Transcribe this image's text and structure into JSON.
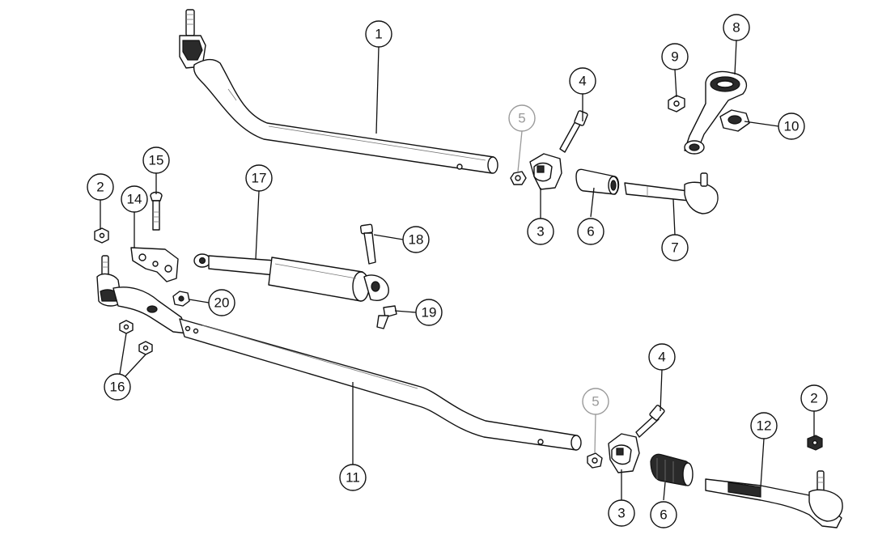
{
  "callouts": [
    {
      "id": "c1",
      "label": "1"
    },
    {
      "id": "c2a",
      "label": "2"
    },
    {
      "id": "c2b",
      "label": "2"
    },
    {
      "id": "c3a",
      "label": "3"
    },
    {
      "id": "c3b",
      "label": "3"
    },
    {
      "id": "c4a",
      "label": "4"
    },
    {
      "id": "c4b",
      "label": "4"
    },
    {
      "id": "c5a",
      "label": "5",
      "faded": true
    },
    {
      "id": "c5b",
      "label": "5",
      "faded": true
    },
    {
      "id": "c6a",
      "label": "6"
    },
    {
      "id": "c6b",
      "label": "6"
    },
    {
      "id": "c7",
      "label": "7"
    },
    {
      "id": "c8",
      "label": "8"
    },
    {
      "id": "c9",
      "label": "9"
    },
    {
      "id": "c10",
      "label": "10"
    },
    {
      "id": "c11",
      "label": "11"
    },
    {
      "id": "c12",
      "label": "12"
    },
    {
      "id": "c14",
      "label": "14"
    },
    {
      "id": "c15",
      "label": "15"
    },
    {
      "id": "c16",
      "label": "16"
    },
    {
      "id": "c17",
      "label": "17"
    },
    {
      "id": "c18",
      "label": "18"
    },
    {
      "id": "c19",
      "label": "19"
    },
    {
      "id": "c20",
      "label": "20"
    }
  ],
  "colors": {
    "line": "#111111",
    "faded_callout": "#9a9a9a",
    "background": "#ffffff"
  }
}
